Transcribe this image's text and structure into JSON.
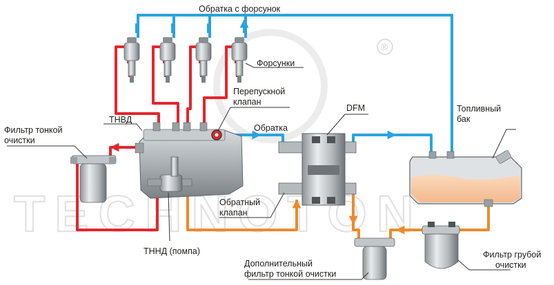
{
  "labels": {
    "return_injectors": "Обратка с форсунок",
    "injectors": "Форсунки",
    "bypass_valve_line1": "Перепускной",
    "bypass_valve_line2": "клапан",
    "hp_pump": "ТНВД",
    "return": "Обратка",
    "dfm": "DFM",
    "fuel_tank_line1": "Топливный",
    "fuel_tank_line2": "бак",
    "fine_filter_line1": "Фильтр тонкой",
    "fine_filter_line2": "очистки",
    "check_valve_line1": "Обратный",
    "check_valve_line2": "клапан",
    "lp_pump": "ТННД (помпа)",
    "extra_filter_line1": "Дополнительный",
    "extra_filter_line2": "фильтр тонкой очистки",
    "coarse_filter_line1": "Фильтр грубой",
    "coarse_filter_line2": "очистки"
  },
  "watermark": {
    "brand": "TECHNOTON",
    "registered_mark": "®"
  },
  "colors": {
    "high_pressure_line": "#e4262b",
    "return_line": "#2aa3e0",
    "supply_line": "#ee8a2a",
    "fuel": "#f7c7a0",
    "metal": "#b8bcbf"
  }
}
